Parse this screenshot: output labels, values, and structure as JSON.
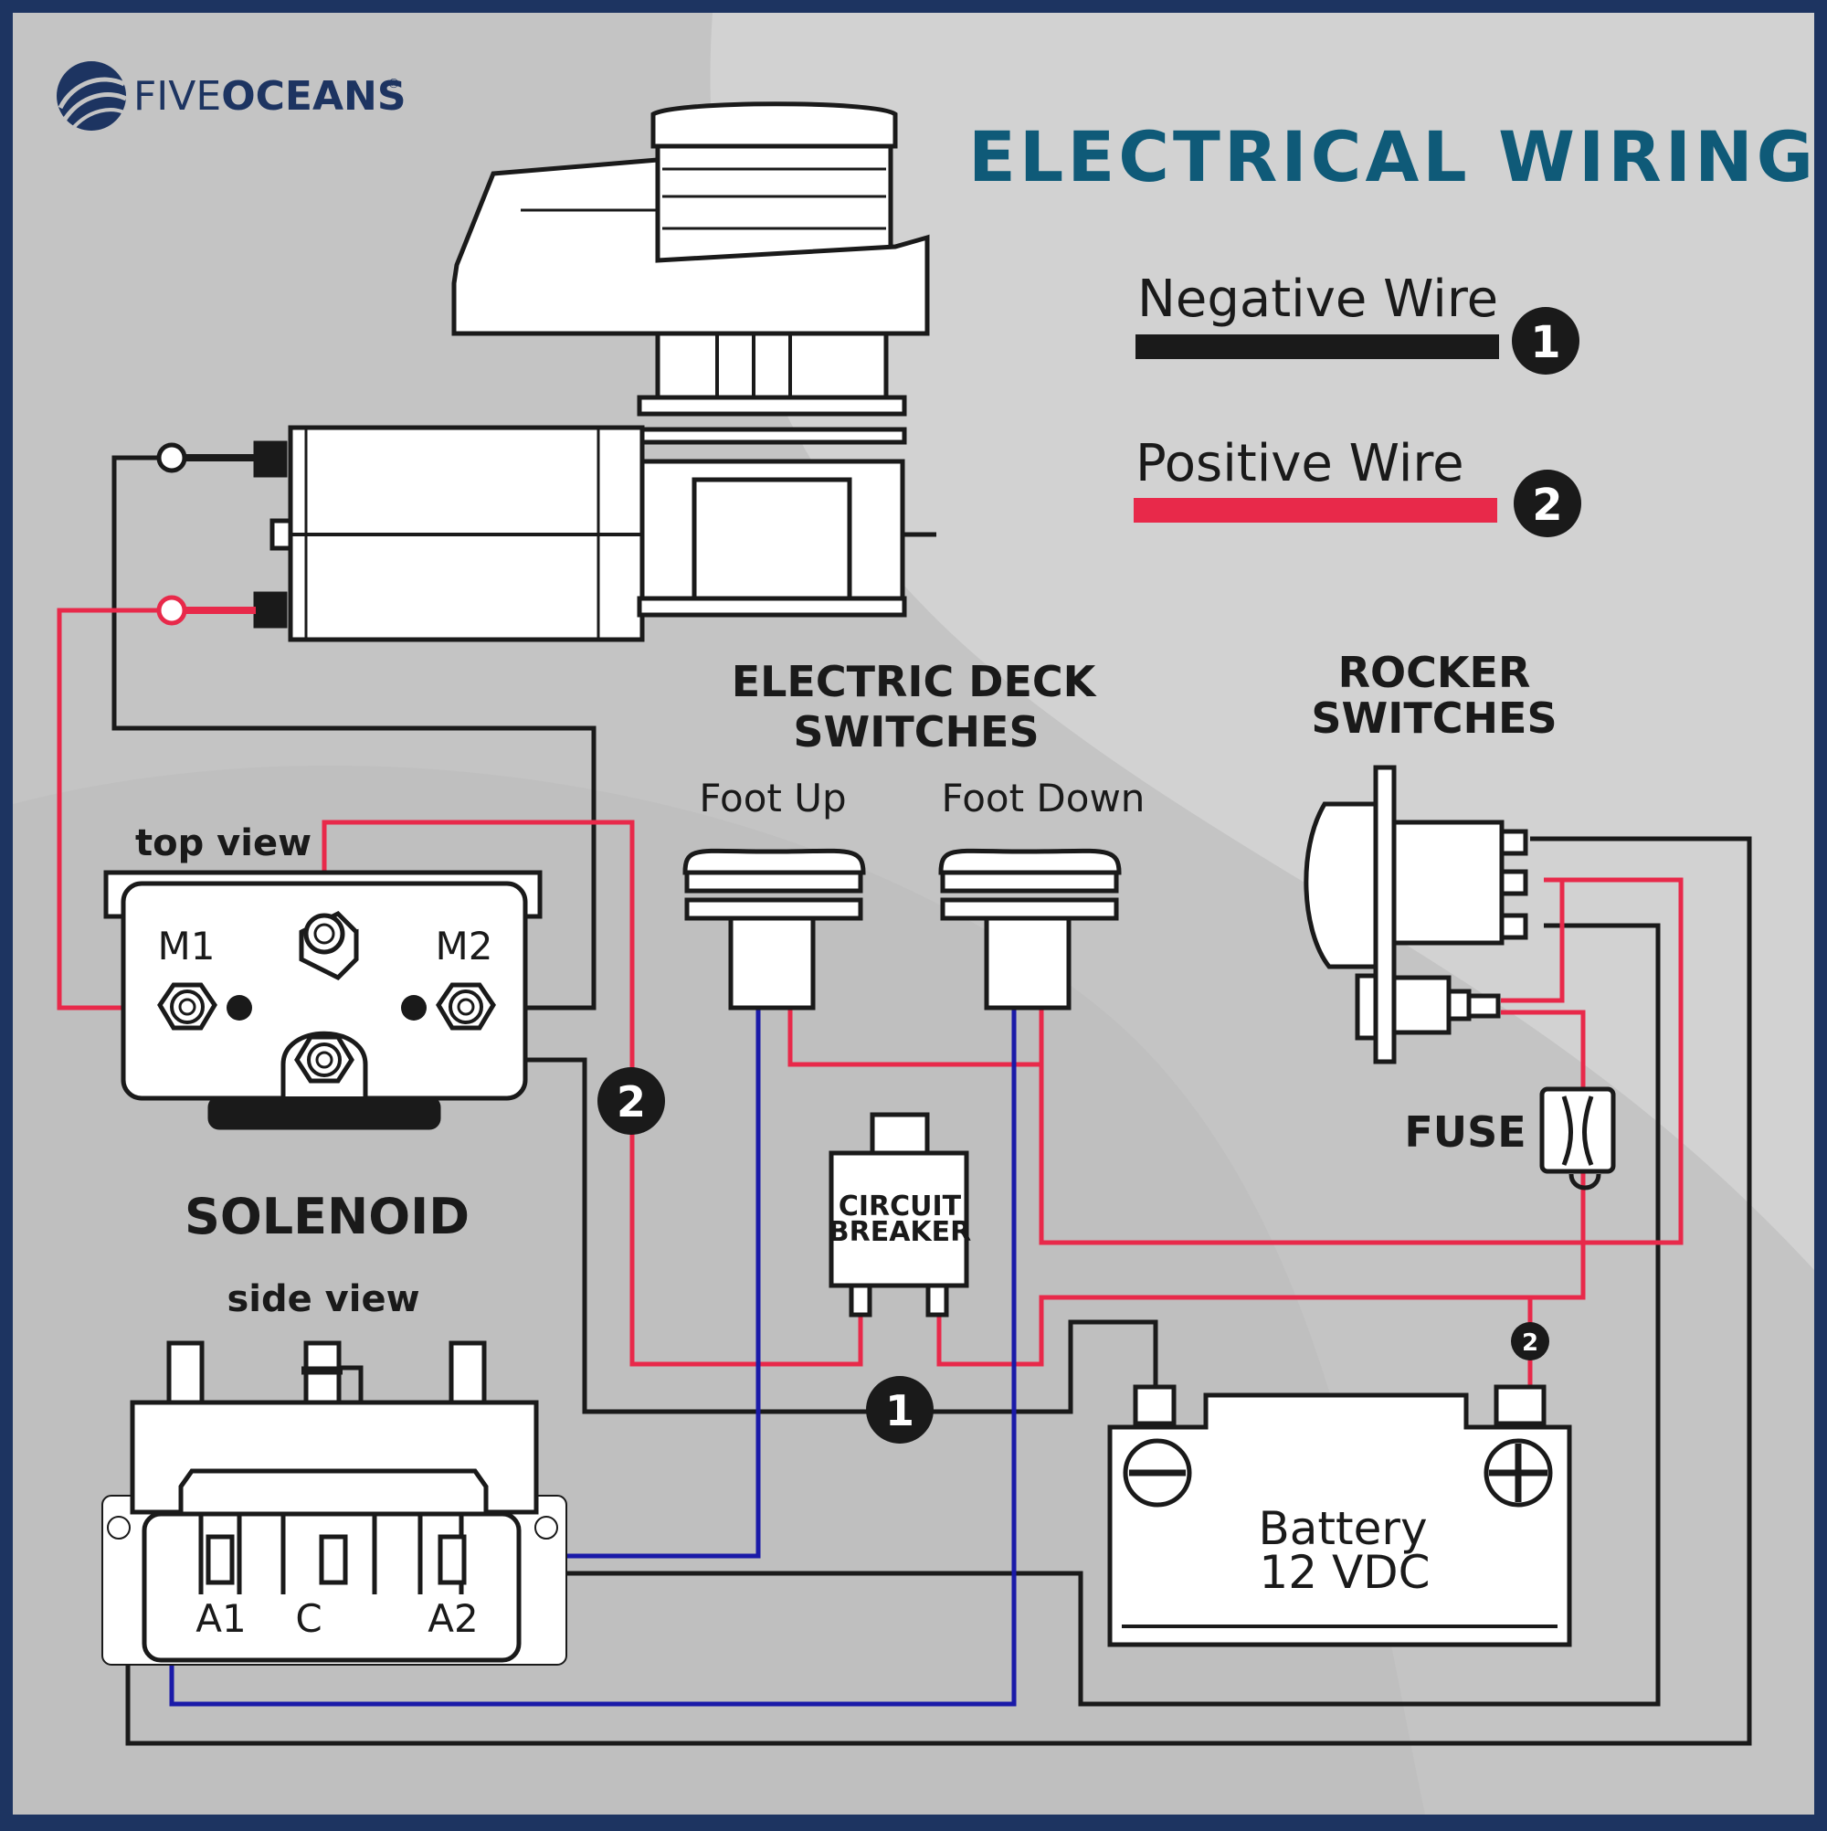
{
  "brand": {
    "name_light": "FIVE",
    "name_bold": "OCEANS",
    "registered": "®"
  },
  "title": "ELECTRICAL WIRING",
  "legend": {
    "negative": {
      "label": "Negative Wire",
      "number": "1"
    },
    "positive": {
      "label": "Positive Wire",
      "number": "2"
    }
  },
  "sections": {
    "deck_switches": {
      "line1": "ELECTRIC DECK",
      "line2": "SWITCHES",
      "foot_up": "Foot Up",
      "foot_down": "Foot Down"
    },
    "rocker_switches": {
      "line1": "ROCKER",
      "line2": "SWITCHES"
    },
    "fuse": "FUSE",
    "circuit_breaker": {
      "line1": "CIRCUIT",
      "line2": "BREAKER"
    },
    "solenoid": {
      "title": "SOLENOID",
      "top_view": "top view",
      "side_view": "side view",
      "m1": "M1",
      "m2": "M2",
      "a1": "A1",
      "c": "C",
      "a2": "A2"
    },
    "battery": {
      "line1": "Battery",
      "line2": "12 VDC"
    }
  },
  "badges": {
    "positive_main": "2",
    "negative_main": "1",
    "positive_small": "2"
  },
  "colors": {
    "border": "#1d3461",
    "background": "#c6c6c6",
    "title": "#0f5a78",
    "negative": "#1a1a1a",
    "positive": "#e8294a",
    "switch_wire": "#1a1aa8",
    "brand": "#1d3461"
  }
}
